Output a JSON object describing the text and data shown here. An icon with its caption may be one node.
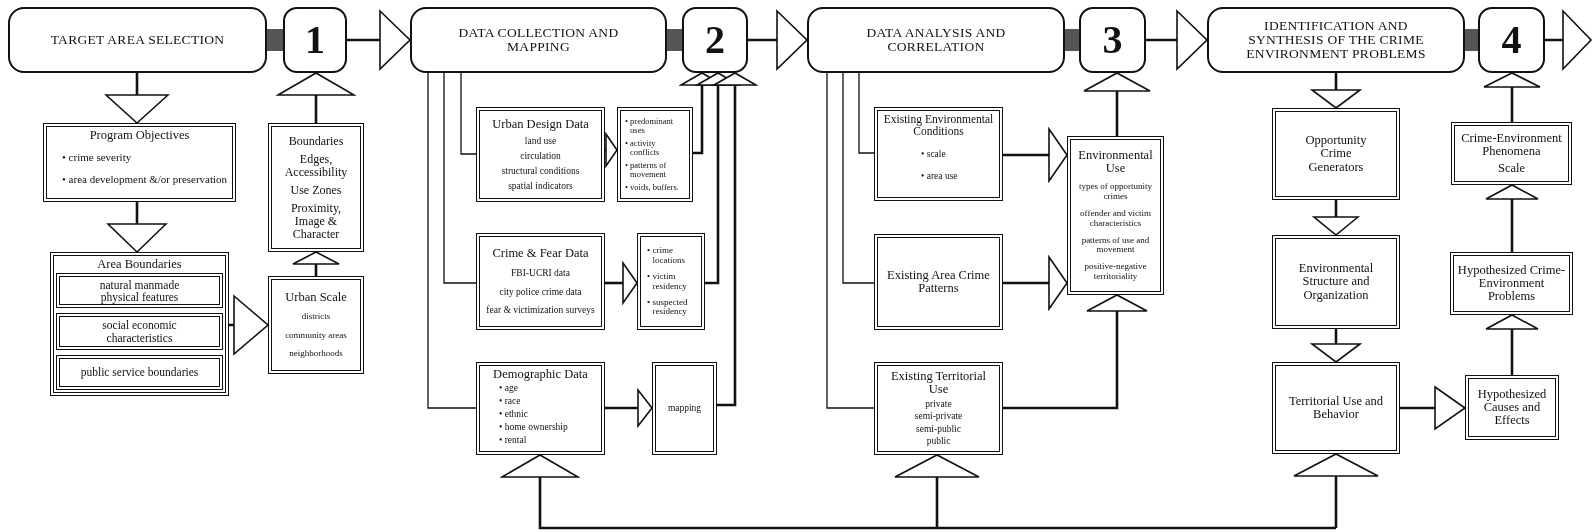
{
  "diagram": {
    "nodes": [
      {
        "text": [
          "TARGET AREA SELECTION"
        ]
      },
      {
        "text": [
          "1"
        ]
      },
      {
        "text": [
          "Program Objectives",
          "• crime severity",
          "• area development &/or preservation"
        ]
      },
      {
        "text": [
          "Area Boundaries"
        ]
      },
      {
        "text": [
          "natural manmade physical features"
        ],
        "in": 3
      },
      {
        "text": [
          "social economic characteristics"
        ],
        "in": 3
      },
      {
        "text": [
          "public service boundaries"
        ],
        "in": 3
      },
      {
        "text": [
          "Urban Scale",
          "districts",
          "community areas",
          "neighborhoods"
        ]
      },
      {
        "text": [
          "Boundaries",
          "Edges, Accessibility",
          "Use Zones",
          "Proximity, Image & Character"
        ]
      },
      {
        "text": [
          "DATA COLLECTION AND MAPPING"
        ]
      },
      {
        "text": [
          "2"
        ]
      },
      {
        "text": [
          "Urban Design Data",
          "land use",
          "circulation",
          "structural conditions",
          "spatial indicators"
        ]
      },
      {
        "text": [
          "• predominant uses",
          "• activity conflicts",
          "• patterns of movement",
          "• voids, buffers."
        ]
      },
      {
        "text": [
          "Crime & Fear Data",
          "FBI-UCRI data",
          "city police crime data",
          "fear & victimization surveys"
        ]
      },
      {
        "text": [
          "• crime locations",
          "• victim residency",
          "• suspected residency"
        ]
      },
      {
        "text": [
          "Demographic Data",
          "• age",
          "• race",
          "• ethnic",
          "• home ownership",
          "• rental"
        ]
      },
      {
        "text": [
          "mapping"
        ]
      },
      {
        "text": [
          "DATA ANALYSIS AND CORRELATION"
        ]
      },
      {
        "text": [
          "3"
        ]
      },
      {
        "text": [
          "Existing Environmental Conditions",
          "• scale",
          "• area use"
        ]
      },
      {
        "text": [
          "Existing Area Crime Patterns"
        ]
      },
      {
        "text": [
          "Existing Territorial Use",
          "private",
          "semi-private",
          "semi-public",
          "public"
        ]
      },
      {
        "text": [
          "Environmental Use",
          "types of opportunity crimes",
          "offender and victim characteristics",
          "patterns of use and movement",
          "positive-negative territoriality"
        ]
      },
      {
        "text": [
          "IDENTIFICATION AND SYNTHESIS OF THE CRIME ENVIRONMENT PROBLEMS"
        ]
      },
      {
        "text": [
          "4"
        ]
      },
      {
        "text": [
          "Opportunity Crime Generators"
        ]
      },
      {
        "text": [
          "Environmental Structure and Organization"
        ]
      },
      {
        "text": [
          "Territorial Use and Behavior"
        ]
      },
      {
        "text": [
          "Hypothesized Causes and Effects"
        ]
      },
      {
        "text": [
          "Hypothesized Crime-Environment Problems"
        ]
      },
      {
        "text": [
          "Crime-Environment Phenomena",
          "Scale"
        ]
      }
    ],
    "edges": [
      {
        "from": 0,
        "to": 1,
        "arrow": "none",
        "style": "thick"
      },
      {
        "from": 1,
        "to": 9,
        "arrow": "to"
      },
      {
        "from": 0,
        "to": 2,
        "arrow": "to"
      },
      {
        "from": 2,
        "to": 3,
        "arrow": "to"
      },
      {
        "from": 3,
        "to": 7,
        "arrow": "to"
      },
      {
        "from": 7,
        "to": 8,
        "arrow": "to"
      },
      {
        "from": 8,
        "to": 1,
        "arrow": "to"
      },
      {
        "from": 9,
        "to": 11,
        "arrow": "none"
      },
      {
        "from": 9,
        "to": 13,
        "arrow": "none"
      },
      {
        "from": 9,
        "to": 15,
        "arrow": "none"
      },
      {
        "from": 11,
        "to": 12,
        "arrow": "to"
      },
      {
        "from": 13,
        "to": 14,
        "arrow": "to"
      },
      {
        "from": 15,
        "to": 16,
        "arrow": "to"
      },
      {
        "from": 12,
        "to": 10,
        "arrow": "to"
      },
      {
        "from": 14,
        "to": 10,
        "arrow": "to"
      },
      {
        "from": 16,
        "to": 10,
        "arrow": "to"
      },
      {
        "from": 10,
        "to": 17,
        "arrow": "to"
      },
      {
        "from": 17,
        "to": 19,
        "arrow": "none"
      },
      {
        "from": 17,
        "to": 20,
        "arrow": "none"
      },
      {
        "from": 17,
        "to": 21,
        "arrow": "none"
      },
      {
        "from": 19,
        "to": 22,
        "arrow": "to"
      },
      {
        "from": 20,
        "to": 22,
        "arrow": "to"
      },
      {
        "from": 21,
        "to": 22,
        "arrow": "to"
      },
      {
        "from": 22,
        "to": 18,
        "arrow": "to"
      },
      {
        "from": 17,
        "to": 18,
        "arrow": "none",
        "style": "thick"
      },
      {
        "from": 9,
        "to": 10,
        "arrow": "none",
        "style": "thick"
      },
      {
        "from": 23,
        "to": 24,
        "arrow": "none",
        "style": "thick"
      },
      {
        "from": 18,
        "to": 23,
        "arrow": "to"
      },
      {
        "from": 23,
        "to": 25,
        "arrow": "to"
      },
      {
        "from": 25,
        "to": 26,
        "arrow": "to"
      },
      {
        "from": 26,
        "to": 27,
        "arrow": "to"
      },
      {
        "from": 27,
        "to": 28,
        "arrow": "to"
      },
      {
        "from": 28,
        "to": 29,
        "arrow": "to"
      },
      {
        "from": 29,
        "to": 30,
        "arrow": "to"
      },
      {
        "from": 30,
        "to": 24,
        "arrow": "to"
      },
      {
        "from": 24,
        "to": null,
        "arrow": "to"
      },
      {
        "from": null,
        "to": 15,
        "arrow": "to"
      },
      {
        "from": null,
        "to": 21,
        "arrow": "to"
      },
      {
        "from": null,
        "to": 27,
        "arrow": "to"
      }
    ]
  }
}
